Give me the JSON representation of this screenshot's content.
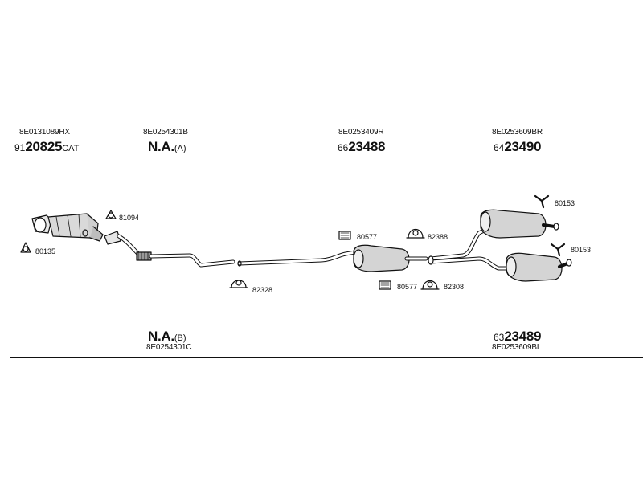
{
  "top_row": {
    "cat": {
      "part_no": "8E0131089HX",
      "prefix": "91",
      "number": "20825",
      "suffix": "CAT"
    },
    "front_pipe": {
      "part_no": "8E0254301B",
      "number": "N.A.",
      "suffix": "(A)"
    },
    "middle": {
      "part_no": "8E0253409R",
      "prefix": "66",
      "number": "23488"
    },
    "rear_right": {
      "part_no": "8E0253609BR",
      "prefix": "64",
      "number": "23490"
    }
  },
  "bottom_row": {
    "front_pipe_b": {
      "number": "N.A.",
      "suffix": "(B)",
      "part_no": "8E0254301C"
    },
    "rear_left": {
      "prefix": "63",
      "number": "23489",
      "part_no": "8E0253609BL"
    }
  },
  "callouts": {
    "gasket_81094": "81094",
    "gasket_80135": "80135",
    "clamp_82328": "82328",
    "rubber_80577_top": "80577",
    "clamp_82388": "82388",
    "hanger_80153_top": "80153",
    "hanger_80153_right": "80153",
    "rubber_80577_bottom": "80577",
    "clamp_82308": "82308"
  }
}
